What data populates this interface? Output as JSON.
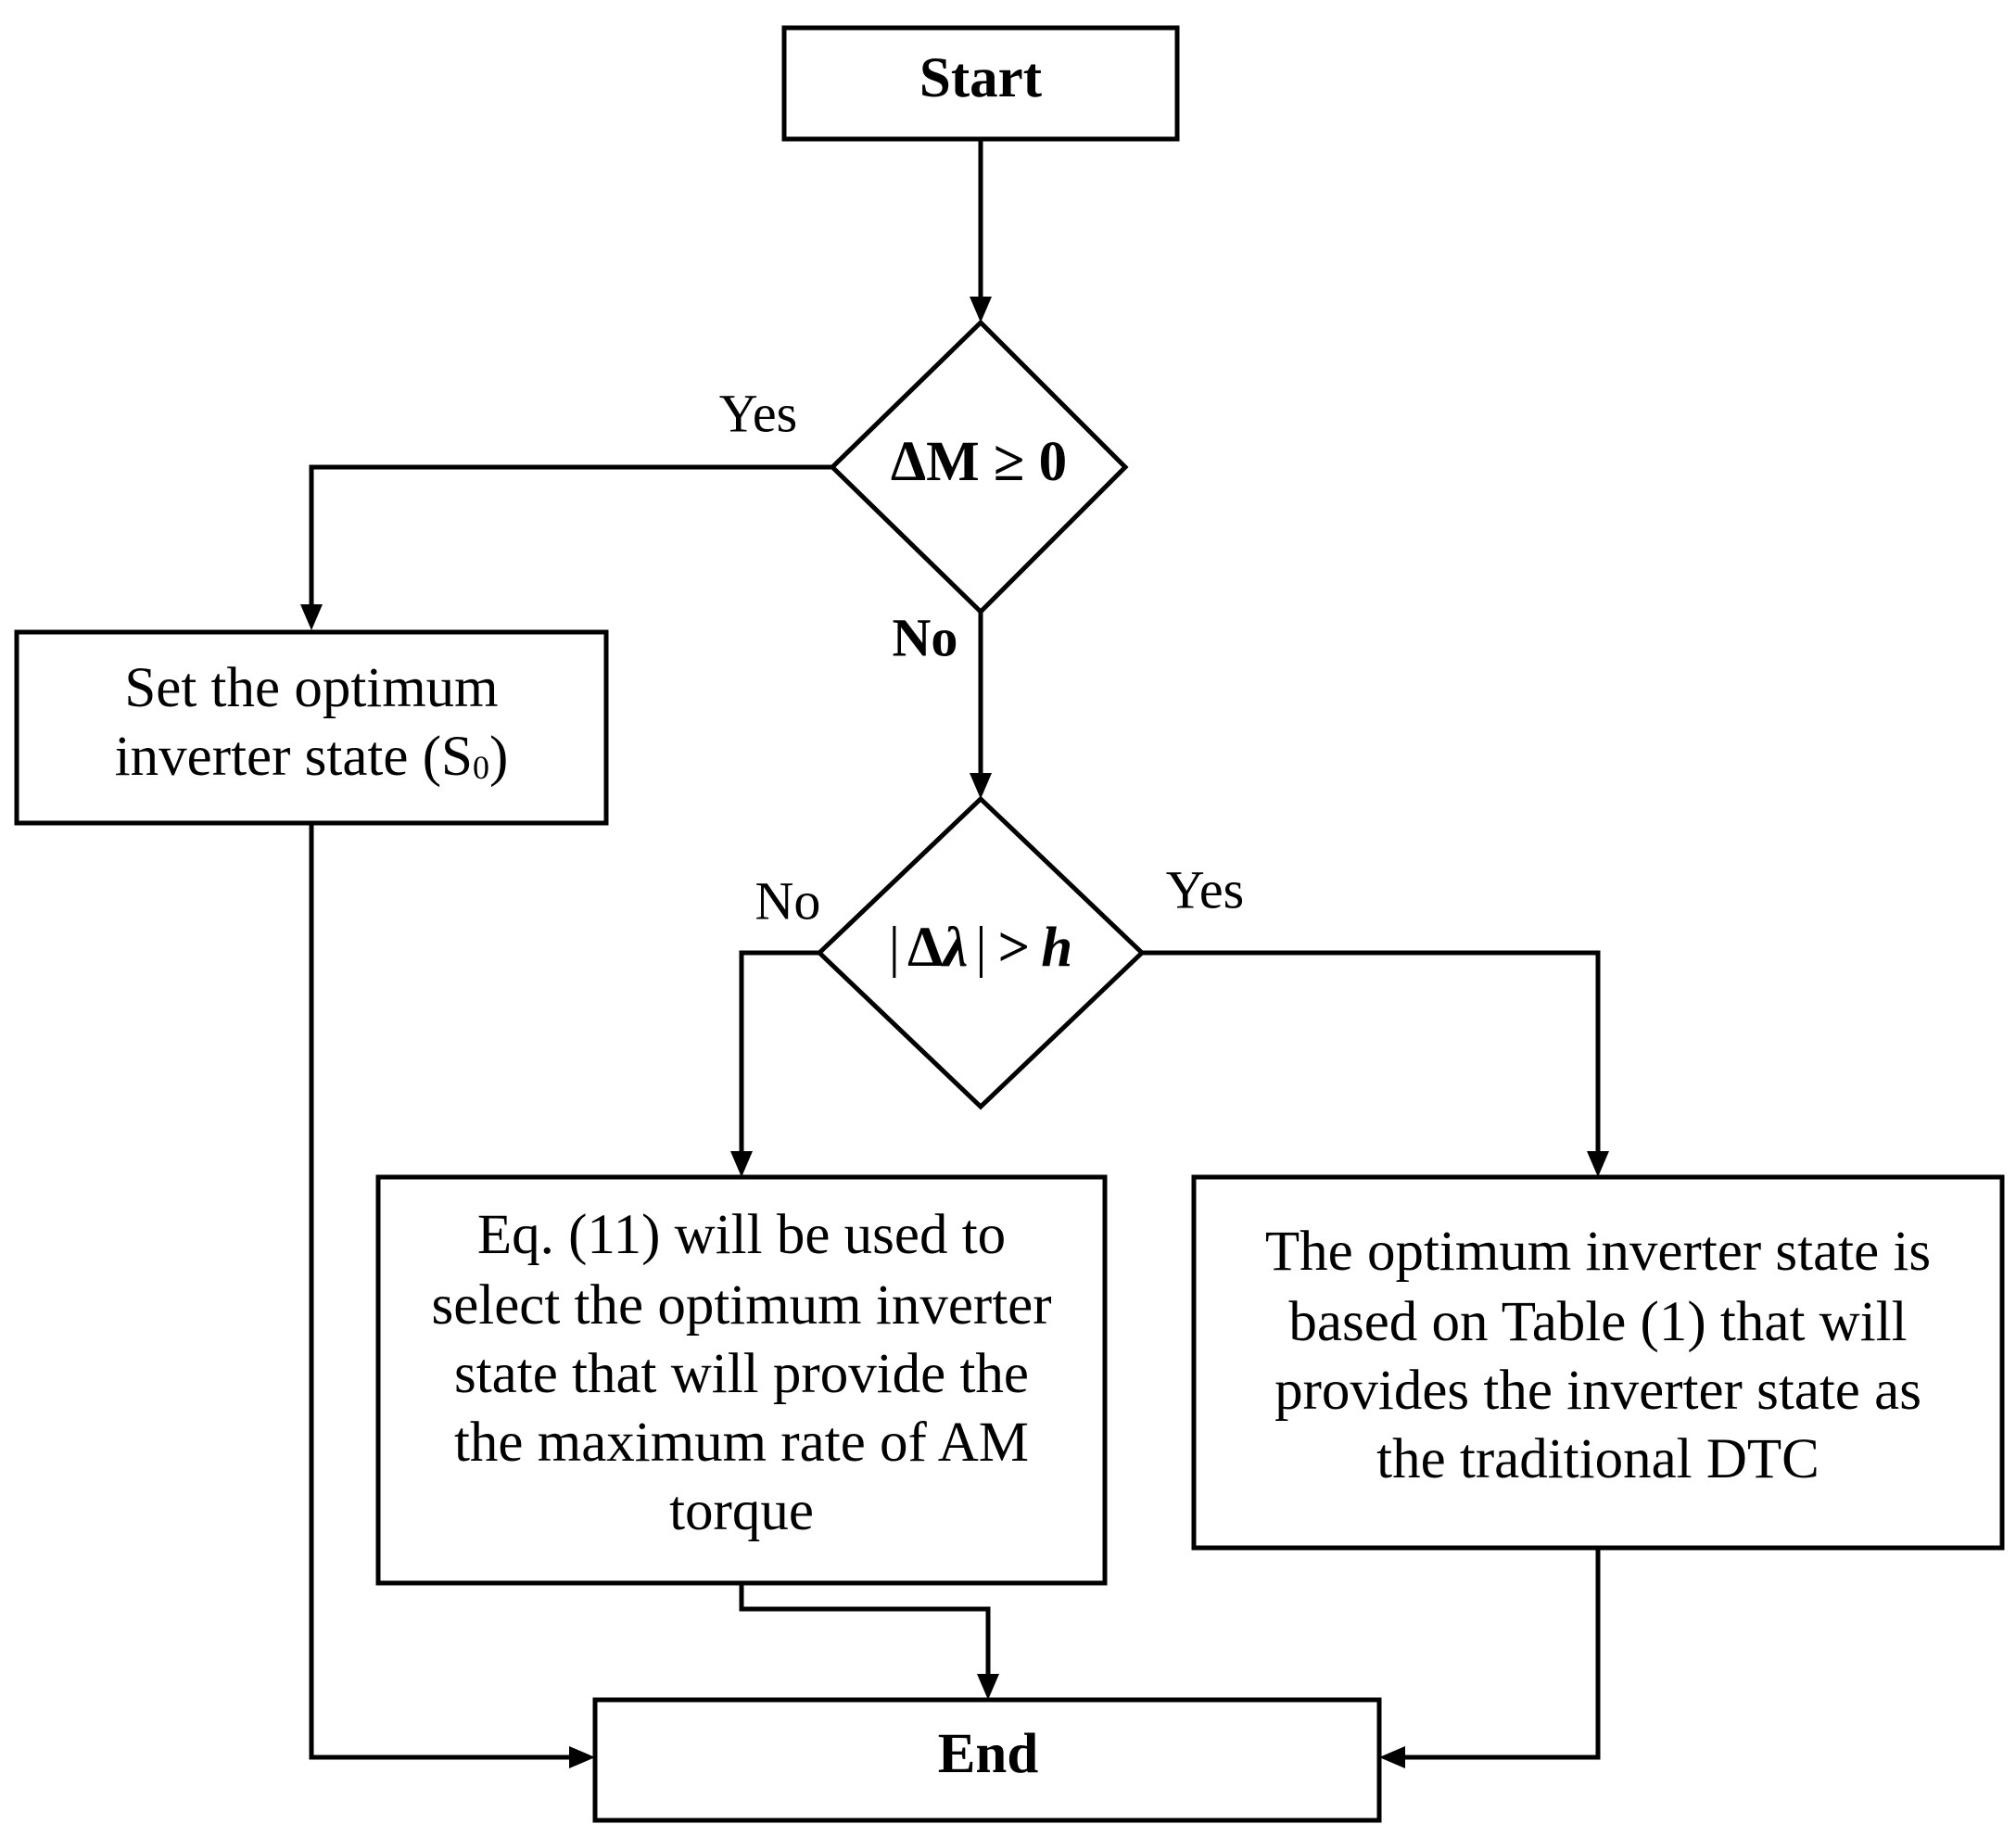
{
  "nodes": {
    "start": {
      "label": "Start"
    },
    "decision_torque": {
      "condition": "ΔM ≥ 0"
    },
    "set_optimum": {
      "lines": [
        "Set the optimum",
        "inverter state (S",
        "0",
        ")"
      ]
    },
    "decision_flux": {
      "abs_left": "|",
      "delta": "Δ",
      "lambda": "λ",
      "abs_right": "|",
      "op": ">",
      "var": "h"
    },
    "eq11": {
      "lines": [
        "Eq. (11) will be used to",
        "select the optimum inverter",
        "state that will provide the",
        "the maximum rate of AM",
        "torque"
      ]
    },
    "table1": {
      "lines": [
        "The optimum inverter state is",
        "based on Table (1) that will",
        "provides the inverter state as",
        "the traditional DTC"
      ]
    },
    "end": {
      "label": "End"
    }
  },
  "branch_labels": {
    "torque_yes": "Yes",
    "torque_no": "No",
    "flux_no": "No",
    "flux_yes": "Yes"
  }
}
